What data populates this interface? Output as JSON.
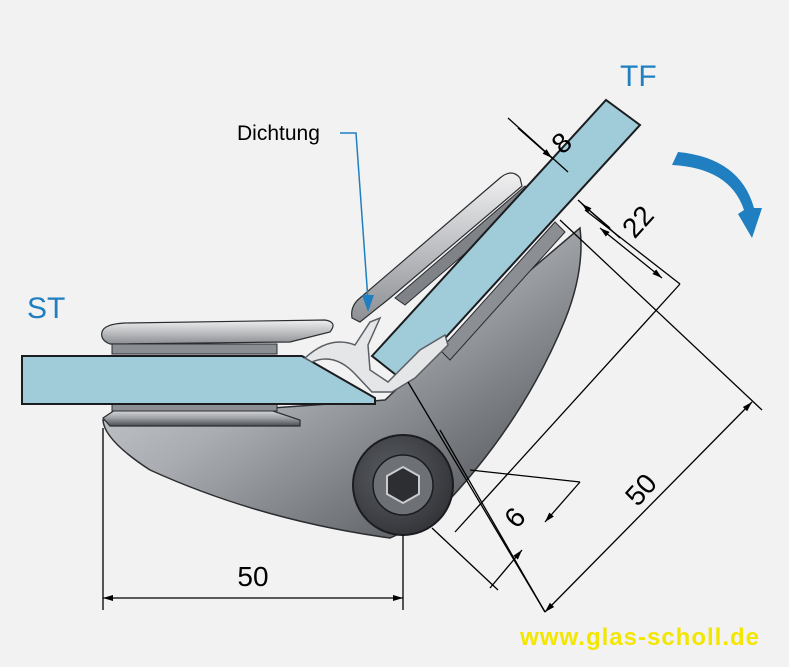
{
  "labels": {
    "st": "ST",
    "tf": "TF",
    "dichtung": "Dichtung"
  },
  "dimensions": {
    "glass_thickness": "8",
    "pin_offset": "22",
    "tf_length": "50",
    "st_length": "50",
    "gap": "6"
  },
  "website": "www.glas-scholl.de",
  "colors": {
    "background": "#f2f2f2",
    "glass": "#9fccd8",
    "metal_dark": "#5a5d63",
    "metal_light": "#d9dadc",
    "accent_blue": "#1f7fc0",
    "url_yellow": "#f3e600"
  }
}
